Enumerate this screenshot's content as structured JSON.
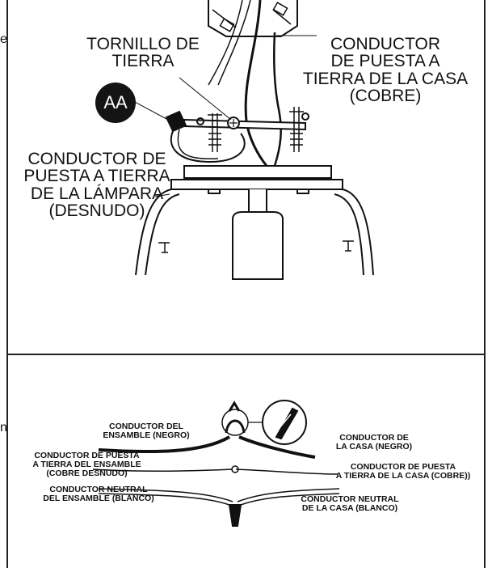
{
  "top_panel": {
    "badge": "AA",
    "labels": {
      "tornillo": [
        "TORNILLO DE",
        "TIERRA"
      ],
      "conductor_casa": [
        "CONDUCTOR",
        "DE PUESTA A",
        "TIERRA DE LA CASA",
        "(COBRE)"
      ],
      "conductor_lampara": [
        "CONDUCTOR DE",
        "PUESTA A TIERRA",
        "DE LA LÁMPARA",
        "(DESNUDO)"
      ]
    }
  },
  "bottom_panel": {
    "labels": {
      "ensamble_negro": [
        "CONDUCTOR DEL",
        "ENSAMBLE (NEGRO)"
      ],
      "casa_negro": [
        "CONDUCTOR DE",
        "LA CASA (NEGRO)"
      ],
      "tierra_ensamble": [
        "CONDUCTOR DE PUESTA",
        "A TIERRA DEL ENSAMBLE",
        "(COBRE DESNUDO)"
      ],
      "tierra_casa": [
        "CONDUCTOR DE PUESTA",
        "A TIERRA DE LA CASA (COBRE))"
      ],
      "neutral_ensamble": [
        "CONDUCTOR NEUTRAL",
        "DEL ENSAMBLE (BLANCO)"
      ],
      "neutral_casa": [
        "CONDUCTOR NEUTRAL",
        "DE LA CASA (BLANCO)"
      ]
    }
  },
  "edge_text": {
    "top": "e",
    "bottom": "n"
  }
}
